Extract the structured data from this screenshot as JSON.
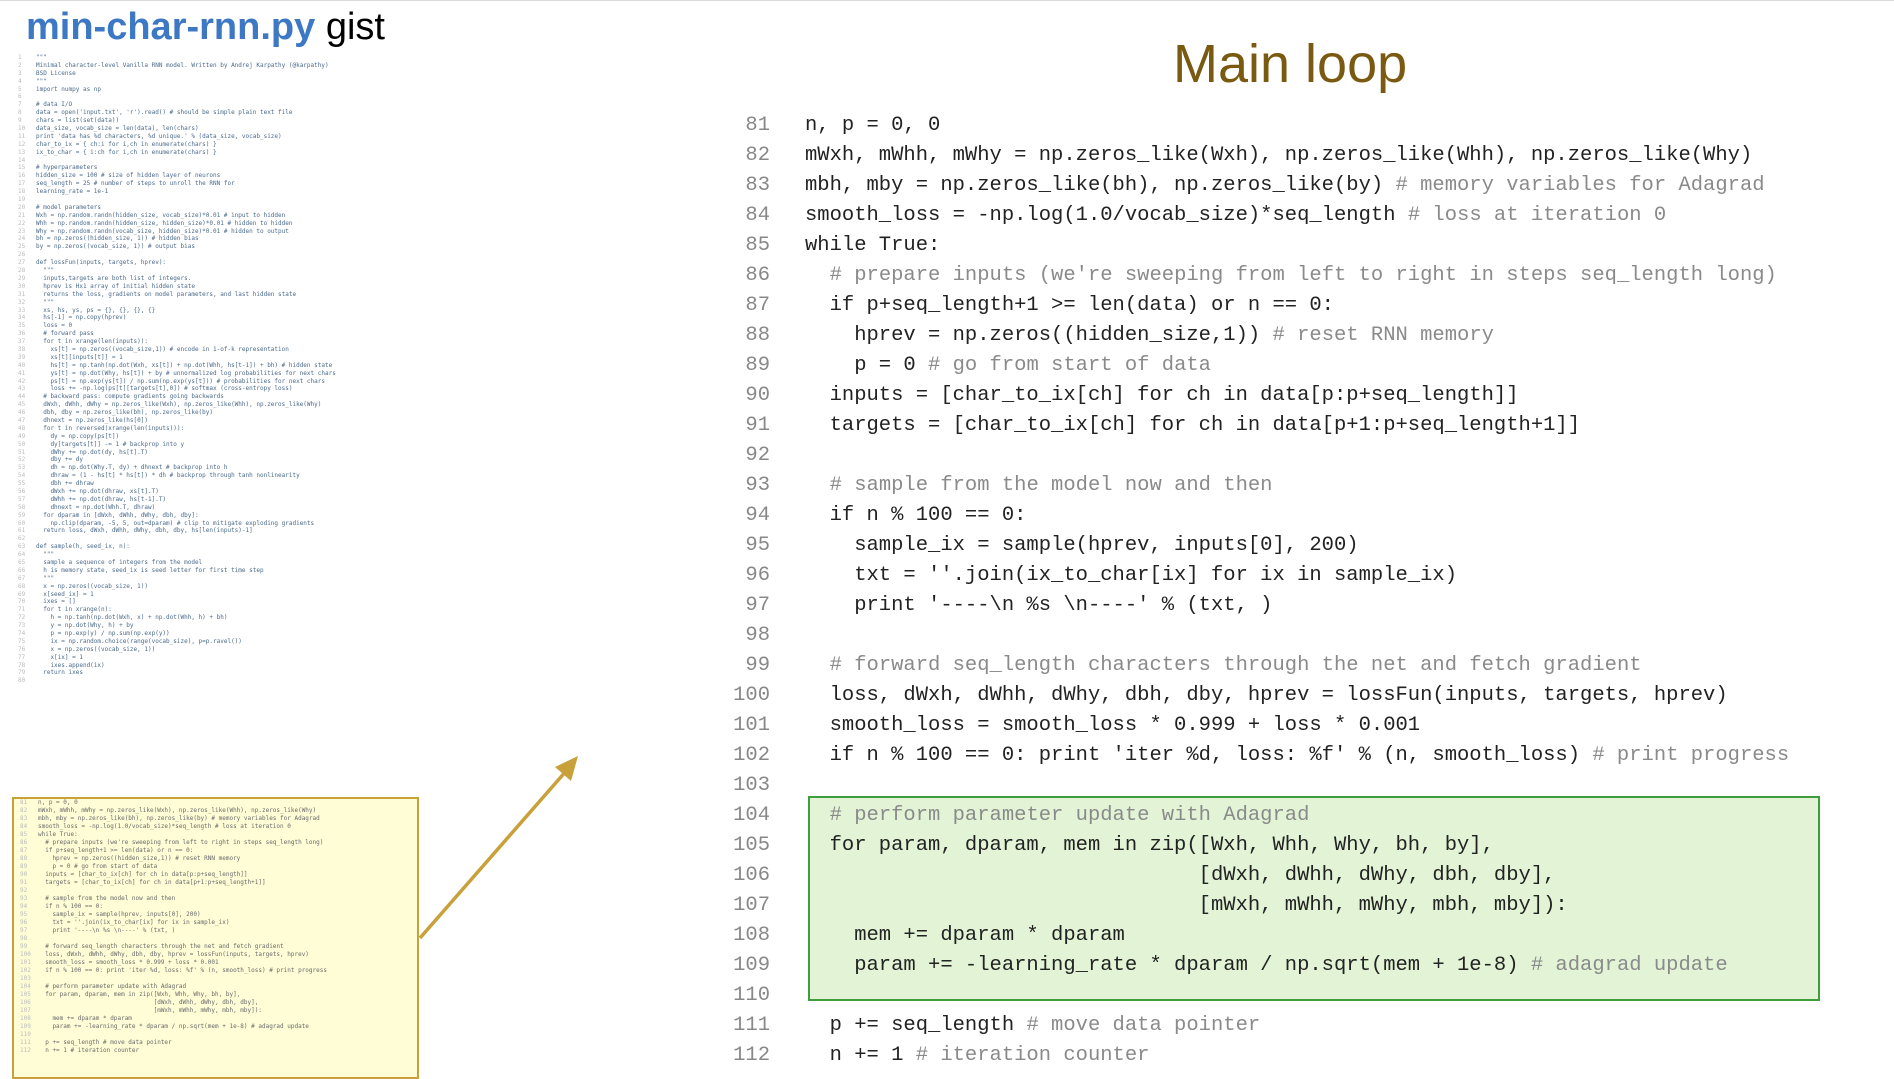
{
  "gist": {
    "filename": "min-char-rnn.py",
    "word": "gist"
  },
  "main": {
    "title": "Main loop"
  },
  "code_lines": [
    {
      "n": "81",
      "text": "n, p = 0, 0"
    },
    {
      "n": "82",
      "text": "mWxh, mWhh, mWhy = np.zeros_like(Wxh), np.zeros_like(Whh), np.zeros_like(Why)"
    },
    {
      "n": "83",
      "text": "mbh, mby = np.zeros_like(bh), np.zeros_like(by) # memory variables for Adagrad"
    },
    {
      "n": "84",
      "text": "smooth_loss = -np.log(1.0/vocab_size)*seq_length # loss at iteration 0"
    },
    {
      "n": "85",
      "text": "while True:"
    },
    {
      "n": "86",
      "text": "  # prepare inputs (we're sweeping from left to right in steps seq_length long)"
    },
    {
      "n": "87",
      "text": "  if p+seq_length+1 >= len(data) or n == 0:"
    },
    {
      "n": "88",
      "text": "    hprev = np.zeros((hidden_size,1)) # reset RNN memory"
    },
    {
      "n": "89",
      "text": "    p = 0 # go from start of data"
    },
    {
      "n": "90",
      "text": "  inputs = [char_to_ix[ch] for ch in data[p:p+seq_length]]"
    },
    {
      "n": "91",
      "text": "  targets = [char_to_ix[ch] for ch in data[p+1:p+seq_length+1]]"
    },
    {
      "n": "92",
      "text": ""
    },
    {
      "n": "93",
      "text": "  # sample from the model now and then"
    },
    {
      "n": "94",
      "text": "  if n % 100 == 0:"
    },
    {
      "n": "95",
      "text": "    sample_ix = sample(hprev, inputs[0], 200)"
    },
    {
      "n": "96",
      "text": "    txt = ''.join(ix_to_char[ix] for ix in sample_ix)"
    },
    {
      "n": "97",
      "text": "    print '----\\n %s \\n----' % (txt, )"
    },
    {
      "n": "98",
      "text": ""
    },
    {
      "n": "99",
      "text": "  # forward seq_length characters through the net and fetch gradient"
    },
    {
      "n": "100",
      "text": "  loss, dWxh, dWhh, dWhy, dbh, dby, hprev = lossFun(inputs, targets, hprev)"
    },
    {
      "n": "101",
      "text": "  smooth_loss = smooth_loss * 0.999 + loss * 0.001"
    },
    {
      "n": "102",
      "text": "  if n % 100 == 0: print 'iter %d, loss: %f' % (n, smooth_loss) # print progress"
    },
    {
      "n": "103",
      "text": ""
    },
    {
      "n": "104",
      "text": "  # perform parameter update with Adagrad"
    },
    {
      "n": "105",
      "text": "  for param, dparam, mem in zip([Wxh, Whh, Why, bh, by],"
    },
    {
      "n": "106",
      "text": "                                [dWxh, dWhh, dWhy, dbh, dby],"
    },
    {
      "n": "107",
      "text": "                                [mWxh, mWhh, mWhy, mbh, mby]):"
    },
    {
      "n": "108",
      "text": "    mem += dparam * dparam"
    },
    {
      "n": "109",
      "text": "    param += -learning_rate * dparam / np.sqrt(mem + 1e-8) # adagrad update"
    },
    {
      "n": "110",
      "text": ""
    },
    {
      "n": "111",
      "text": "  p += seq_length # move data pointer"
    },
    {
      "n": "112",
      "text": "  n += 1 # iteration counter"
    }
  ],
  "mini_code": [
    "\"\"\"",
    "Minimal character-level Vanilla RNN model. Written by Andrej Karpathy (@karpathy)",
    "BSD License",
    "\"\"\"",
    "import numpy as np",
    "",
    "# data I/O",
    "data = open('input.txt', 'r').read() # should be simple plain text file",
    "chars = list(set(data))",
    "data_size, vocab_size = len(data), len(chars)",
    "print 'data has %d characters, %d unique.' % (data_size, vocab_size)",
    "char_to_ix = { ch:i for i,ch in enumerate(chars) }",
    "ix_to_char = { i:ch for i,ch in enumerate(chars) }",
    "",
    "# hyperparameters",
    "hidden_size = 100 # size of hidden layer of neurons",
    "seq_length = 25 # number of steps to unroll the RNN for",
    "learning_rate = 1e-1",
    "",
    "# model parameters",
    "Wxh = np.random.randn(hidden_size, vocab_size)*0.01 # input to hidden",
    "Whh = np.random.randn(hidden_size, hidden_size)*0.01 # hidden to hidden",
    "Why = np.random.randn(vocab_size, hidden_size)*0.01 # hidden to output",
    "bh = np.zeros((hidden_size, 1)) # hidden bias",
    "by = np.zeros((vocab_size, 1)) # output bias",
    "",
    "def lossFun(inputs, targets, hprev):",
    "  \"\"\"",
    "  inputs,targets are both list of integers.",
    "  hprev is Hx1 array of initial hidden state",
    "  returns the loss, gradients on model parameters, and last hidden state",
    "  \"\"\"",
    "  xs, hs, ys, ps = {}, {}, {}, {}",
    "  hs[-1] = np.copy(hprev)",
    "  loss = 0",
    "  # forward pass",
    "  for t in xrange(len(inputs)):",
    "    xs[t] = np.zeros((vocab_size,1)) # encode in 1-of-k representation",
    "    xs[t][inputs[t]] = 1",
    "    hs[t] = np.tanh(np.dot(Wxh, xs[t]) + np.dot(Whh, hs[t-1]) + bh) # hidden state",
    "    ys[t] = np.dot(Why, hs[t]) + by # unnormalized log probabilities for next chars",
    "    ps[t] = np.exp(ys[t]) / np.sum(np.exp(ys[t])) # probabilities for next chars",
    "    loss += -np.log(ps[t][targets[t],0]) # softmax (cross-entropy loss)",
    "  # backward pass: compute gradients going backwards",
    "  dWxh, dWhh, dWhy = np.zeros_like(Wxh), np.zeros_like(Whh), np.zeros_like(Why)",
    "  dbh, dby = np.zeros_like(bh), np.zeros_like(by)",
    "  dhnext = np.zeros_like(hs[0])",
    "  for t in reversed(xrange(len(inputs))):",
    "    dy = np.copy(ps[t])",
    "    dy[targets[t]] -= 1 # backprop into y",
    "    dWhy += np.dot(dy, hs[t].T)",
    "    dby += dy",
    "    dh = np.dot(Why.T, dy) + dhnext # backprop into h",
    "    dhraw = (1 - hs[t] * hs[t]) * dh # backprop through tanh nonlinearity",
    "    dbh += dhraw",
    "    dWxh += np.dot(dhraw, xs[t].T)",
    "    dWhh += np.dot(dhraw, hs[t-1].T)",
    "    dhnext = np.dot(Whh.T, dhraw)",
    "  for dparam in [dWxh, dWhh, dWhy, dbh, dby]:",
    "    np.clip(dparam, -5, 5, out=dparam) # clip to mitigate exploding gradients",
    "  return loss, dWxh, dWhh, dWhy, dbh, dby, hs[len(inputs)-1]",
    "",
    "def sample(h, seed_ix, n):",
    "  \"\"\"",
    "  sample a sequence of integers from the model",
    "  h is memory state, seed_ix is seed letter for first time step",
    "  \"\"\"",
    "  x = np.zeros((vocab_size, 1))",
    "  x[seed_ix] = 1",
    "  ixes = []",
    "  for t in xrange(n):",
    "    h = np.tanh(np.dot(Wxh, x) + np.dot(Whh, h) + bh)",
    "    y = np.dot(Why, h) + by",
    "    p = np.exp(y) / np.sum(np.exp(y))",
    "    ix = np.random.choice(range(vocab_size), p=p.ravel())",
    "    x = np.zeros((vocab_size, 1))",
    "    x[ix] = 1",
    "    ixes.append(ix)",
    "  return ixes",
    ""
  ],
  "mini_highlight": [
    "n, p = 0, 0",
    "mWxh, mWhh, mWhy = np.zeros_like(Wxh), np.zeros_like(Whh), np.zeros_like(Why)",
    "mbh, mby = np.zeros_like(bh), np.zeros_like(by) # memory variables for Adagrad",
    "smooth_loss = -np.log(1.0/vocab_size)*seq_length # loss at iteration 0",
    "while True:",
    "  # prepare inputs (we're sweeping from left to right in steps seq_length long)",
    "  if p+seq_length+1 >= len(data) or n == 0:",
    "    hprev = np.zeros((hidden_size,1)) # reset RNN memory",
    "    p = 0 # go from start of data",
    "  inputs = [char_to_ix[ch] for ch in data[p:p+seq_length]]",
    "  targets = [char_to_ix[ch] for ch in data[p+1:p+seq_length+1]]",
    "",
    "  # sample from the model now and then",
    "  if n % 100 == 0:",
    "    sample_ix = sample(hprev, inputs[0], 200)",
    "    txt = ''.join(ix_to_char[ix] for ix in sample_ix)",
    "    print '----\\n %s \\n----' % (txt, )",
    "",
    "  # forward seq_length characters through the net and fetch gradient",
    "  loss, dWxh, dWhh, dWhy, dbh, dby, hprev = lossFun(inputs, targets, hprev)",
    "  smooth_loss = smooth_loss * 0.999 + loss * 0.001",
    "  if n % 100 == 0: print 'iter %d, loss: %f' % (n, smooth_loss) # print progress",
    "",
    "  # perform parameter update with Adagrad",
    "  for param, dparam, mem in zip([Wxh, Whh, Why, bh, by],",
    "                                [dWxh, dWhh, dWhy, dbh, dby],",
    "                                [mWxh, mWhh, mWhy, mbh, mby]):",
    "    mem += dparam * dparam",
    "    param += -learning_rate * dparam / np.sqrt(mem + 1e-8) # adagrad update",
    "",
    "  p += seq_length # move data pointer",
    "  n += 1 # iteration counter"
  ],
  "colors": {
    "highlight_green": "#e2f3d6",
    "highlight_yellow": "#fefdd6",
    "arrow": "#c8a13a",
    "title_brown": "#7a5a10"
  }
}
